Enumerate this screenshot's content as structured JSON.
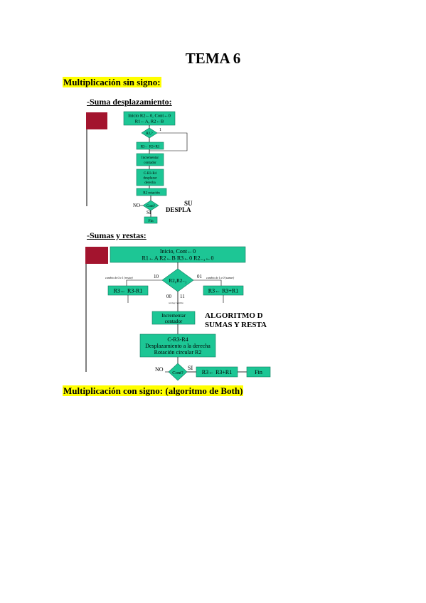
{
  "title": "TEMA 6",
  "section1": {
    "heading": "Multiplicación sin signo:"
  },
  "sub1": {
    "heading": "-Suma desplazamiento:"
  },
  "sub2": {
    "heading": "-Sumas y restas:"
  },
  "section2": {
    "heading": "Multiplicación con signo: (algoritmo de Both)"
  },
  "flow1": {
    "init_line1": "Inicio R2←0, Cont←0",
    "init_line2": "R1←A, R2←B",
    "decision": "R2,?",
    "one_label": "1",
    "step_add": "R3← R3+R1",
    "step_inc_1": "Incrementar",
    "step_inc_2": "contador",
    "step_shift_1": "C-R3-R4",
    "step_shift_2": "desplazar",
    "step_shift_3": "derecha",
    "step_rot": "R2 rotación",
    "cont_decision": "Cont?",
    "no_label": "NO",
    "si_label": "SI",
    "end": "Fin",
    "side_1": "SU",
    "side_2": "DESPLA"
  },
  "flow2": {
    "init_line1": "Inicio, Cont←0",
    "init_line2": "R1←A    R2←B    R3←0    R2₋₁←0",
    "decision": "R2₀R2₋₁",
    "label_10": "10",
    "label_01": "01",
    "label_00": "00",
    "label_11": "11",
    "note_left": "cambio de 0 a 1 (restar)",
    "note_right": "cambio de 1 a 0 (sumar)",
    "note_bottom": "no hay cambio",
    "sub_box": "R3← R3-R1",
    "add_box": "R3← R3+R1",
    "inc_1": "Incrementar",
    "inc_2": "contador",
    "shift_1": "C-R3-R4",
    "shift_2": "Desplazamiento a la derecha",
    "shift_3": "Rotación circular R2",
    "cont_decision": "Cont?",
    "no_label": "NO",
    "si_label": "SI",
    "final_add": "R3← R3+R1",
    "end": "Fin",
    "algo_1": "ALGORITMO  D",
    "algo_2": "SUMAS Y RESTA"
  }
}
